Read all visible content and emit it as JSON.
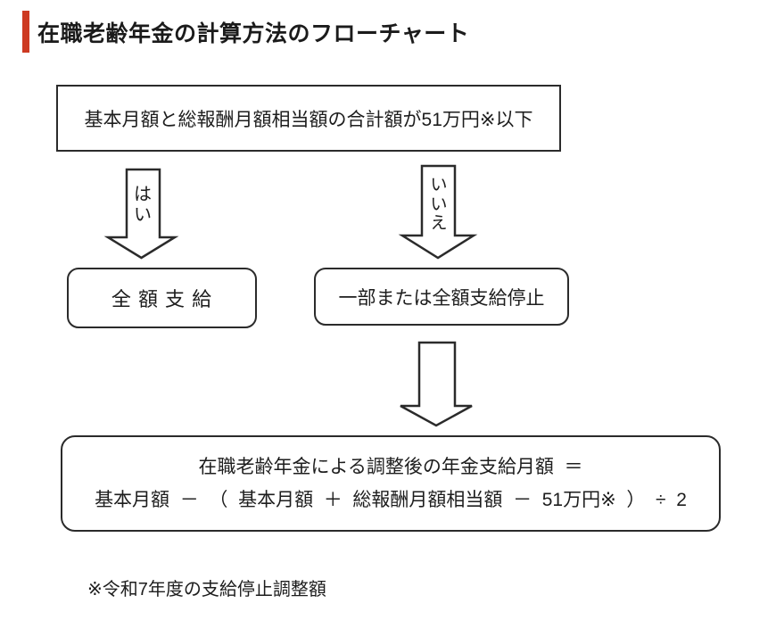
{
  "title": {
    "text": "在職老齢年金の計算方法のフローチャート"
  },
  "colors": {
    "accent": "#cd3a22",
    "line": "#2b2b2b",
    "text": "#1d1d1d",
    "background": "#ffffff"
  },
  "flowchart": {
    "condition": "基本月額と総報酬月額相当額の合計額が51万円※以下",
    "yes_label": "はい",
    "no_label": "いいえ",
    "yes_result": "全 額 支 給",
    "no_result": "一部または全額支給停止",
    "formula_line1": "在職老齢年金による調整後の年金支給月額  ＝",
    "formula_line2": "基本月額  －  （  基本月額  ＋  総報酬月額相当額  －  51万円※  ）  ÷  2",
    "footnote": "※令和7年度の支給停止調整額",
    "icons": {
      "yes_arrow": "block-down-arrow",
      "no_arrow": "block-down-arrow",
      "result_arrow": "block-down-arrow"
    }
  }
}
